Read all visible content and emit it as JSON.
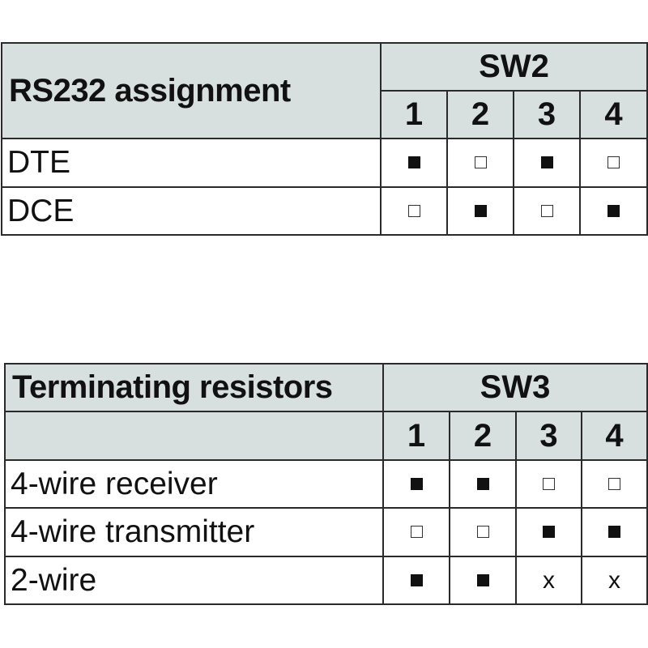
{
  "sw2_table": {
    "title": "RS232 assignment",
    "switch_label": "SW2",
    "switch_numbers": [
      "1",
      "2",
      "3",
      "4"
    ],
    "rows": [
      {
        "label": "DTE",
        "states": [
          "on",
          "off",
          "on",
          "off"
        ]
      },
      {
        "label": "DCE",
        "states": [
          "off",
          "on",
          "off",
          "on"
        ]
      }
    ]
  },
  "sw3_table": {
    "title": "Terminating resistors",
    "switch_label": "SW3",
    "switch_numbers": [
      "1",
      "2",
      "3",
      "4"
    ],
    "rows": [
      {
        "label": "4-wire receiver",
        "states": [
          "on",
          "on",
          "off",
          "off"
        ]
      },
      {
        "label": "4-wire transmitter",
        "states": [
          "off",
          "off",
          "on",
          "on"
        ]
      },
      {
        "label": "2-wire",
        "states": [
          "on",
          "on",
          "x",
          "x"
        ]
      }
    ]
  },
  "legend_symbols": {
    "on": "filled-square",
    "off": "empty-square",
    "x": "x"
  },
  "colors": {
    "header_background": "#d7e0de",
    "border": "#2a2a2a",
    "text": "#111111"
  }
}
